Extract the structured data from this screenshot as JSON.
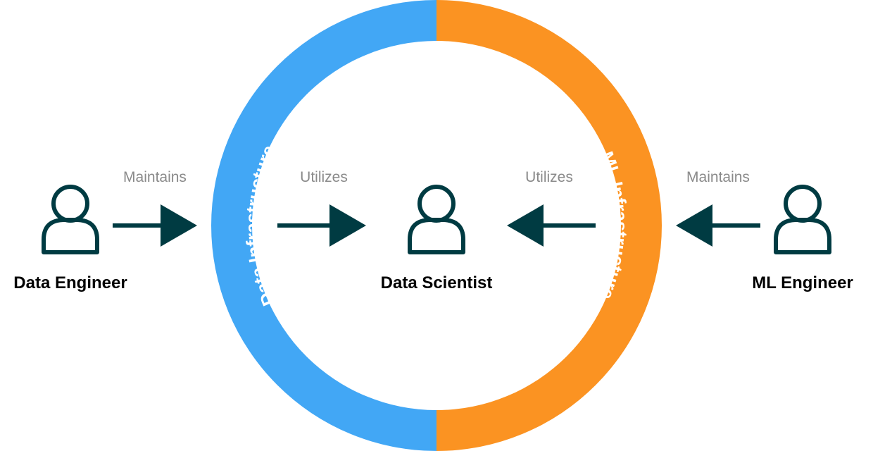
{
  "colors": {
    "data_infrastructure": "#42a7f5",
    "ml_infrastructure": "#fb9322",
    "icon_stroke": "#003b42",
    "arrow": "#003b42",
    "role_text": "#000000",
    "edge_text": "#8a8a8a",
    "ring_text": "#ffffff"
  },
  "ring": {
    "left_segment": {
      "label": "Data Infrastructure"
    },
    "right_segment": {
      "label": "ML Infrastructure"
    }
  },
  "roles": {
    "data_engineer": {
      "label": "Data Engineer",
      "icon": "person-icon"
    },
    "data_scientist": {
      "label": "Data Scientist",
      "icon": "person-icon"
    },
    "ml_engineer": {
      "label": "ML Engineer",
      "icon": "person-icon"
    }
  },
  "edges": [
    {
      "id": "de-maintains",
      "label": "Maintains",
      "from": "Data Engineer",
      "to": "Data Infrastructure"
    },
    {
      "id": "di-utilizes",
      "label": "Utilizes",
      "from": "Data Infrastructure",
      "to": "Data Scientist"
    },
    {
      "id": "mi-utilizes",
      "label": "Utilizes",
      "from": "ML Infrastructure",
      "to": "Data Scientist"
    },
    {
      "id": "mle-maintains",
      "label": "Maintains",
      "from": "ML Engineer",
      "to": "ML Infrastructure"
    }
  ]
}
